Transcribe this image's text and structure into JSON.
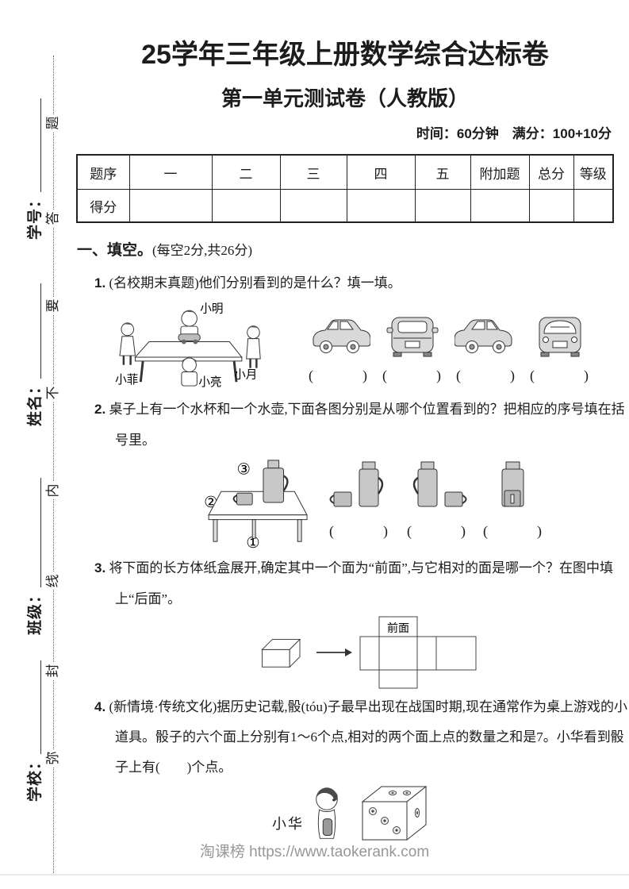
{
  "page": {
    "title": "25学年三年级上册数学综合达标卷",
    "subtitle": "第一单元测试卷（人教版）",
    "meta": "时间：60分钟　满分：100+10分"
  },
  "sidebar": {
    "fields": [
      {
        "label": "学号："
      },
      {
        "label": "姓名："
      },
      {
        "label": "班级："
      },
      {
        "label": "学校："
      }
    ],
    "seal_chars": [
      "题",
      "答",
      "要",
      "不",
      "内",
      "线",
      "封",
      "弥"
    ]
  },
  "score_table": {
    "headers": [
      "题序",
      "一",
      "二",
      "三",
      "四",
      "五",
      "附加题",
      "总分",
      "等级"
    ],
    "row_label": "得分"
  },
  "section_one": {
    "heading": "一、填空。",
    "note": "(每空2分,共26分)"
  },
  "questions": {
    "q1": {
      "number": "1.",
      "tag": "(名校期末真题)",
      "text": "他们分别看到的是什么？填一填。",
      "names": {
        "top": "小明",
        "left": "小菲",
        "bottom": "小亮",
        "right": "小月"
      },
      "blank": "(　　　)"
    },
    "q2": {
      "number": "2.",
      "text": "桌子上有一个水杯和一个水壶,下面各图分别是从哪个位置看到的？把相应的序号填在括号里。",
      "position_labels": [
        "①",
        "②",
        "③"
      ],
      "blank": "(　　　)"
    },
    "q3": {
      "number": "3.",
      "text": "将下面的长方体纸盒展开,确定其中一个面为“前面”,与它相对的面是哪一个？在图中填上“后面”。",
      "net_label": "前面"
    },
    "q4": {
      "number": "4.",
      "tag": "(新情境·传统文化)",
      "text": "据历史记载,骰(tóu)子最早出现在战国时期,现在通常作为桌上游戏的小道具。骰子的六个面上分别有1～6个点,相对的两个面上点的数量之和是7。小华看到骰子上有(　　)个点。",
      "figure_label": "小华"
    }
  },
  "footer": {
    "text": "淘课榜 https://www.taokerank.com"
  }
}
